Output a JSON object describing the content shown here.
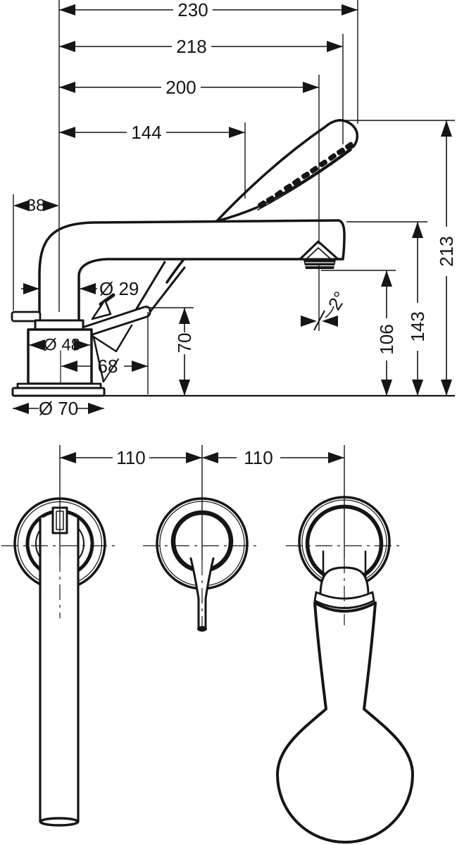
{
  "document": {
    "type": "technical installation drawing",
    "subject": "rim-mounted bath mixer with hand shower",
    "background": "#ffffff",
    "ink": "#151515"
  },
  "side_view": {
    "label": "side-elevation",
    "dimensions": {
      "overall_width": "230",
      "spout_end_width": "218",
      "outlet_offset": "200",
      "shower_face_offset": "144",
      "hose_outlet_offset": "38",
      "spout_pipe_diameter": "Ø 29",
      "body_diameter": "Ø 48",
      "handle_offset": "68",
      "handle_height": "70",
      "base_flange_diameter": "Ø 70",
      "outlet_height": "106",
      "spout_height": "143",
      "overall_height": "213",
      "outlet_angle": "2°"
    }
  },
  "top_view": {
    "label": "plan-view",
    "dimensions": {
      "left_hole_spacing": "110",
      "right_hole_spacing": "110"
    }
  }
}
